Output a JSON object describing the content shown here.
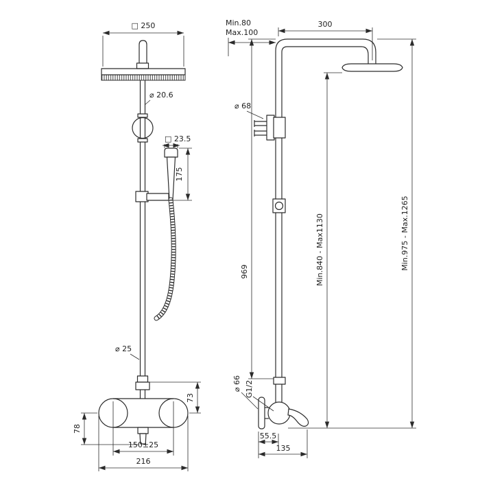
{
  "canvas": {
    "background": "#ffffff",
    "line_color": "#2b2b2b",
    "text_color": "#1d1d1d"
  },
  "front_view": {
    "dims": {
      "head_width": "□ 250",
      "pipe_diameter": "⌀ 20.6",
      "hand_shower_size": "□ 23.5",
      "hand_shower_length": "175",
      "riser_diameter": "⌀ 25",
      "column_to_mixer": "73",
      "mixer_to_spout": "78",
      "inlet_spacing": "150±25",
      "mixer_width": "216"
    }
  },
  "side_view": {
    "dims": {
      "wall_offset_min": "Min.80",
      "wall_offset_max": "Max.100",
      "arm_projection": "300",
      "bracket_diameter": "⌀ 68",
      "column_length": "969",
      "head_height_range": "Min.840 - Max1130",
      "total_height_range": "Min.975 - Max.1265",
      "flange_diameter": "⌀ 66",
      "connection_thread": "G1/2",
      "wall_to_column": "55.5",
      "mixer_projection": "135"
    }
  }
}
